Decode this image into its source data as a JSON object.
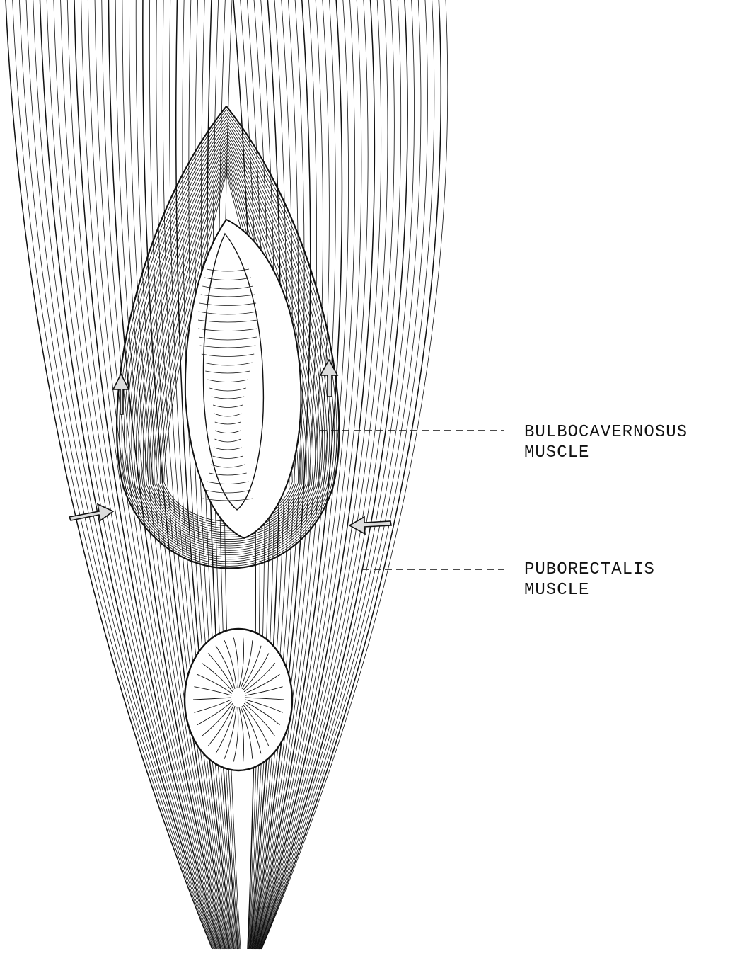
{
  "labels": {
    "bulbocavernosus": {
      "line1": "BULBOCAVERNOSUS",
      "line2": "MUSCLE"
    },
    "puborectalis": {
      "line1": "PUBORECTALIS",
      "line2": "MUSCLE"
    }
  },
  "colors": {
    "ink": "#111111",
    "paper": "#ffffff"
  }
}
